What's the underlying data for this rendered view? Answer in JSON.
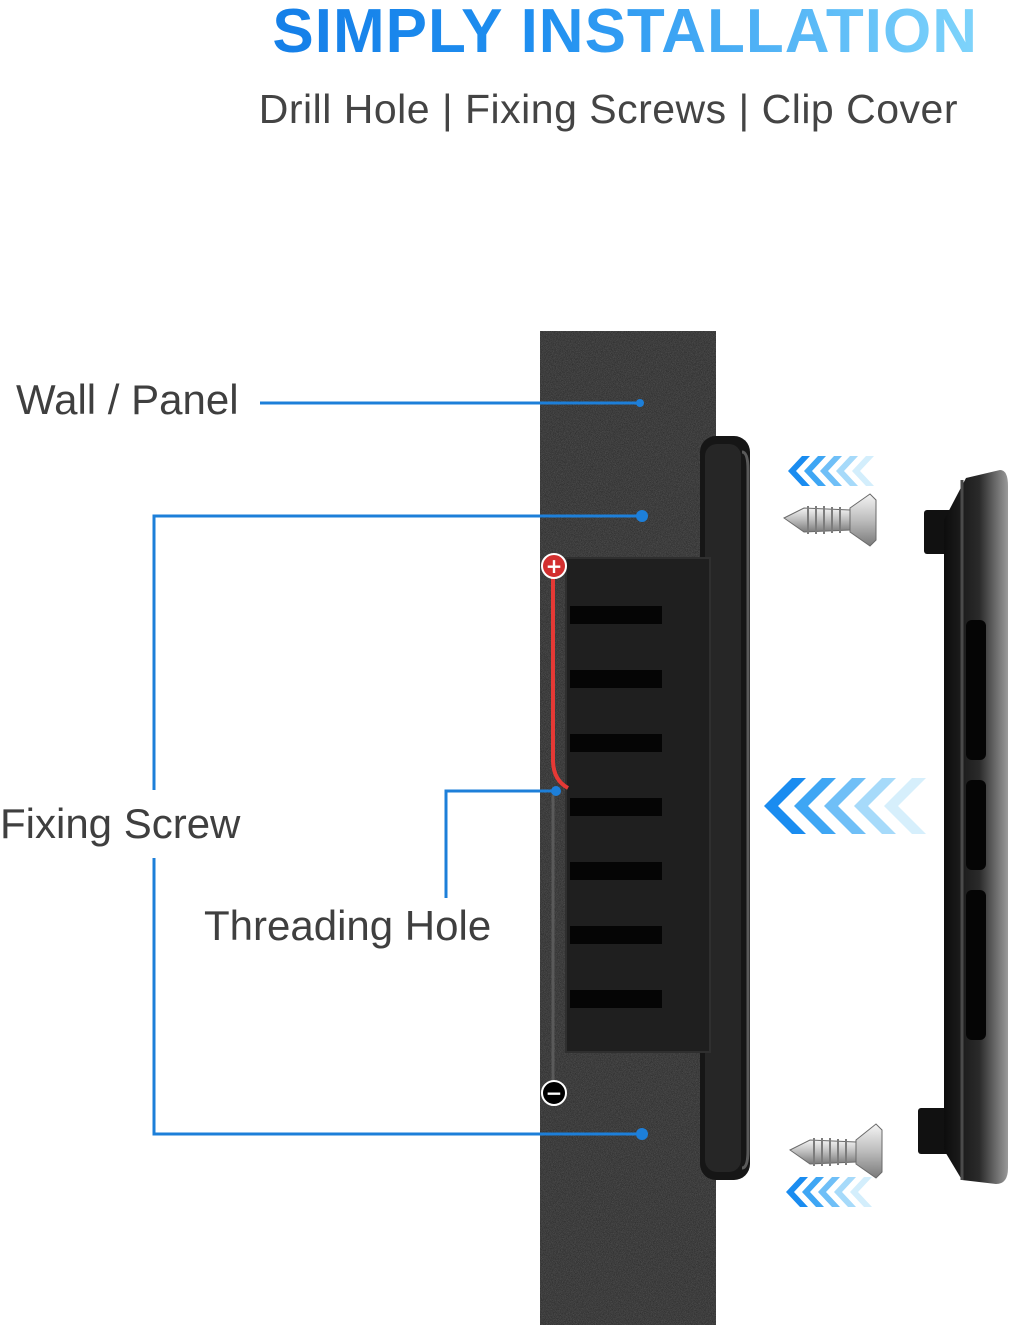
{
  "header": {
    "title": "SIMPLY INSTALLATION",
    "subtitle": "Drill Hole | Fixing Screws | Clip Cover"
  },
  "callouts": {
    "wall": "Wall / Panel",
    "fixing_screw": "Fixing Screw",
    "threading_hole": "Threading Hole"
  },
  "wire_terminals": {
    "positive": "+",
    "negative": "−"
  },
  "colors": {
    "callout_line": "#1d7fd9",
    "wall": "#1e1e1e",
    "device": "#1a1a1a",
    "wire_positive": "#e53935",
    "arrow": "#2a9df4"
  }
}
